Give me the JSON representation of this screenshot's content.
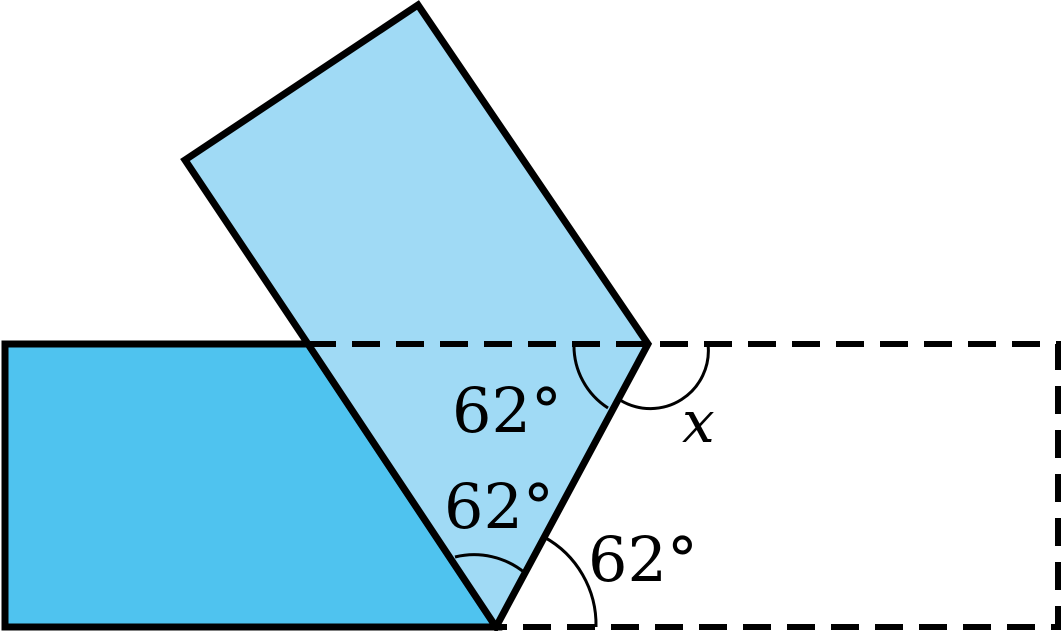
{
  "colors": {
    "strip_fill": "#4fc3ef",
    "folded_fill": "#a0daf5",
    "outline": "#000000",
    "background": "#ffffff"
  },
  "labels": {
    "angle_top": "62°",
    "angle_middle": "62°",
    "angle_right": "62°",
    "unknown": "x"
  }
}
